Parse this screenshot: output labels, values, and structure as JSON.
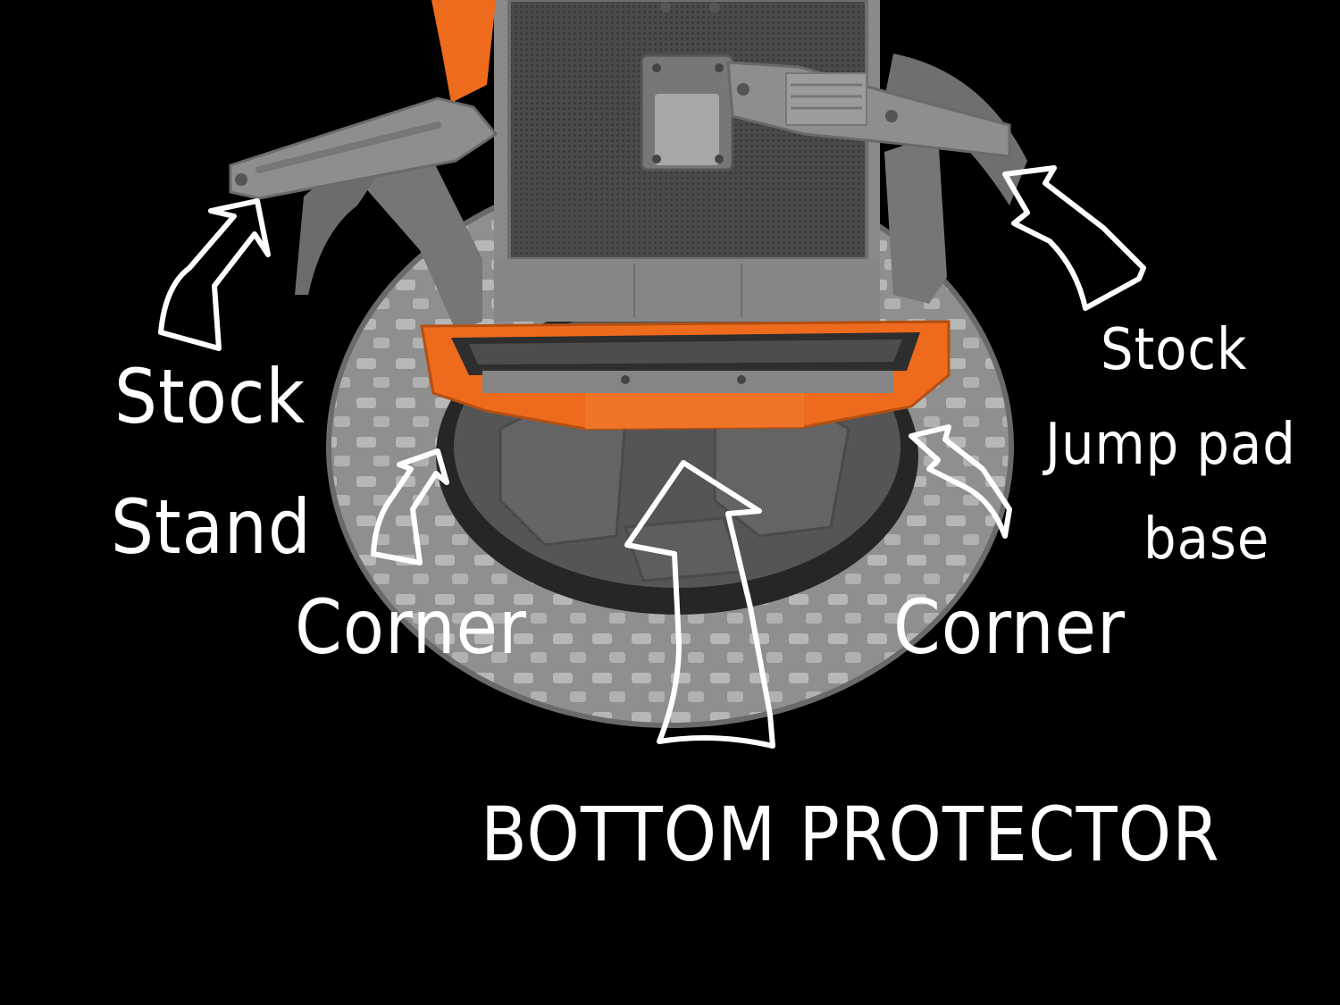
{
  "labels": {
    "stock_stand": [
      "Stock",
      "Stand"
    ],
    "stock_jump_pad": [
      "Stock",
      "Jump pad",
      "base"
    ],
    "corner_left": "Corner",
    "corner_right": "Corner",
    "bottom_protector": "BOTTOM PROTECTOR"
  },
  "colors": {
    "background": "#000000",
    "accent_orange": "#ee6a1c",
    "body_gray": "#7e7e7e",
    "tire_gray": "#a5a5a5",
    "annotation": "#ffffff"
  }
}
